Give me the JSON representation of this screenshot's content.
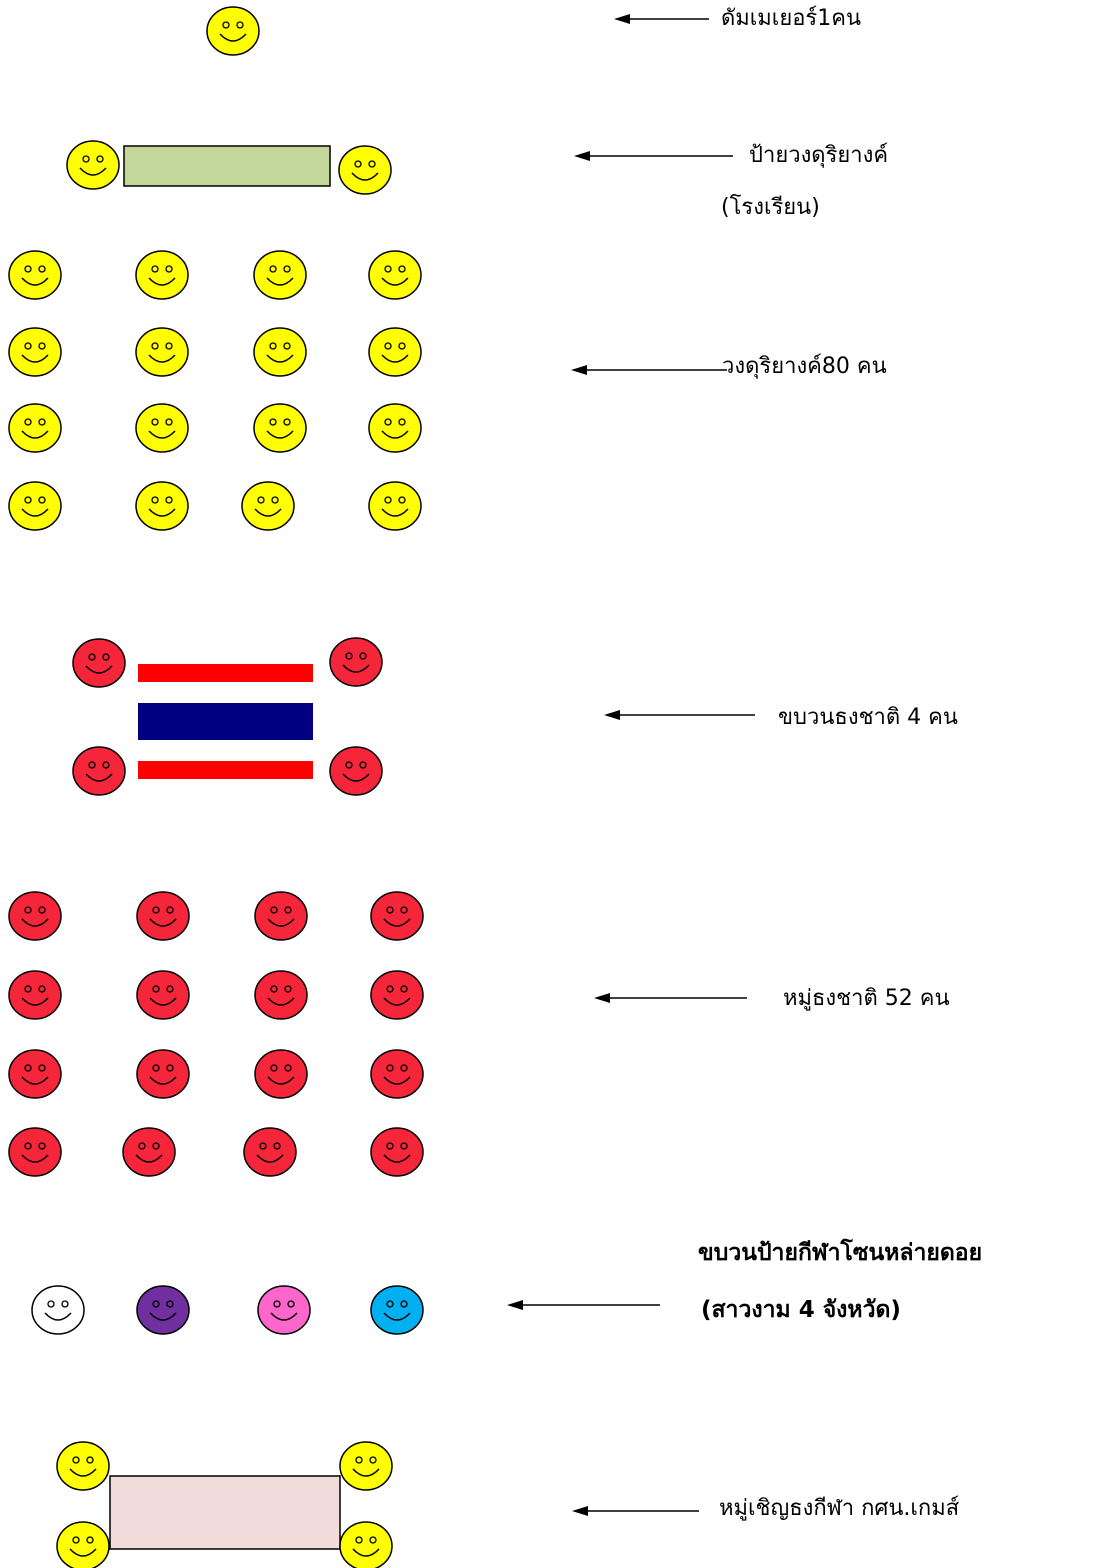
{
  "labels": {
    "drum_major": "ดัมเมเยอร์1คน",
    "band_sign_1": "ป้ายวงดุริยางค์",
    "band_sign_2": "(โรงเรียน)",
    "band": "วงดุริยางค์80 คน",
    "flag_bearers": "ขบวนธงชาติ 4 คน",
    "flag_group": "หมู่ธงชาติ 52 คน",
    "zone_sign_1": "ขบวนป้ายกีฬาโซนหล่ายดอย",
    "zone_sign_2": "(สาวงาม 4 จังหวัด)",
    "games_flag": "หมู่เชิญธงกีฬา กศน.เกมส์"
  },
  "colors": {
    "yellow_face": "#ffff00",
    "red_face": "#f5263a",
    "white_face": "#ffffff",
    "purple_face": "#7030a0",
    "pink_face": "#ff66cc",
    "blue_face": "#00b0f0",
    "band_sign": "#c4d79b",
    "games_sign": "#f2dcdb",
    "flag_red": "#ff0000",
    "flag_blue": "#000080"
  },
  "icons": {
    "person": "smiley-face-icon",
    "direction": "left-arrow-icon"
  }
}
